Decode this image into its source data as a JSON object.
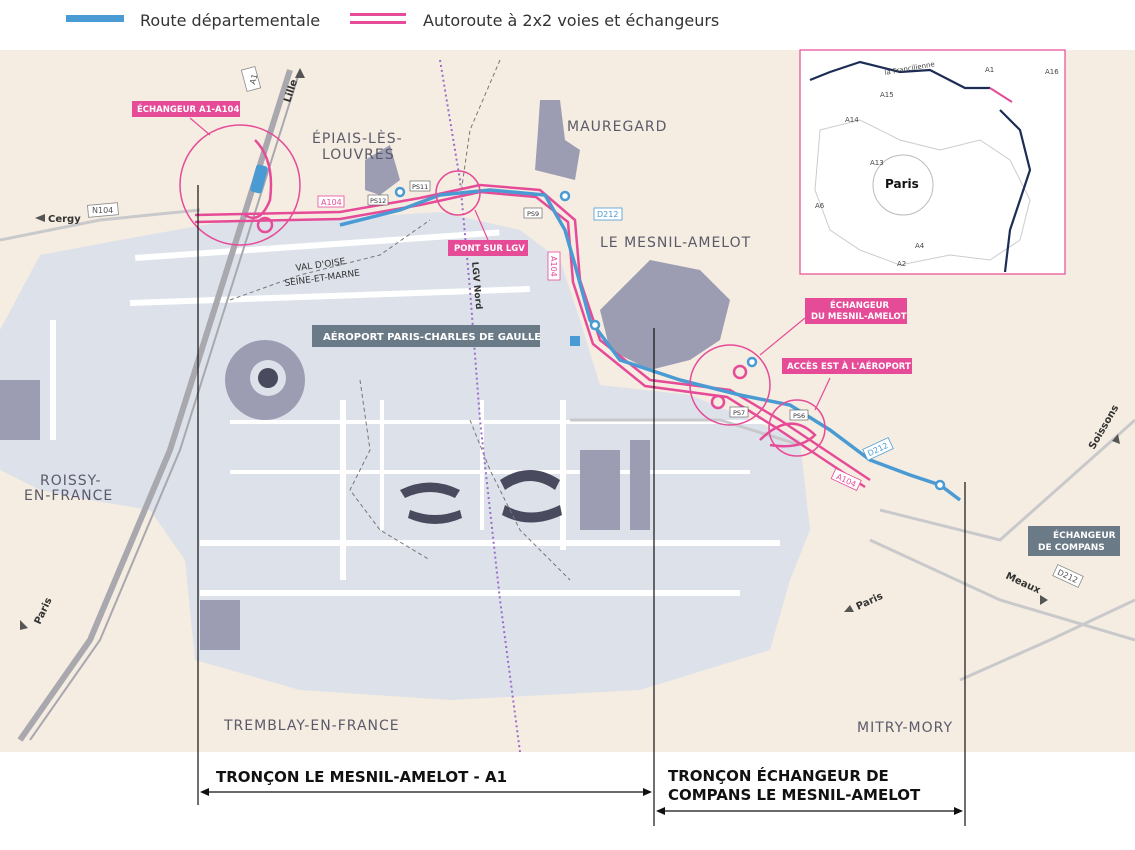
{
  "legend": {
    "departmental_road": "Route départementale",
    "highway": "Autoroute à 2x2 voies et échangeurs"
  },
  "colors": {
    "land": "#f5ede1",
    "airport": "#dde1ea",
    "urban": "#9c9db3",
    "departmental_road": "#4a9bd4",
    "highway": "#e64b98",
    "grey_label_bg": "#6a7a86",
    "inset_border": "#e64b98",
    "francilienne": "#1b2d55"
  },
  "towns": {
    "epiais_1": "ÉPIAIS-LÈS-",
    "epiais_2": "LOUVRES",
    "mauregard": "MAUREGARD",
    "mesnil": "LE MESNIL-AMELOT",
    "roissy_1": "ROISSY-",
    "roissy_2": "EN-FRANCE",
    "tremblay": "TREMBLAY-EN-FRANCE",
    "mitry": "MITRY-MORY"
  },
  "callouts": {
    "a1_a104": "ÉCHANGEUR A1-A104",
    "pont_lgv": "PONT SUR LGV",
    "mesnil_1": "ÉCHANGEUR",
    "mesnil_2": "DU MESNIL-AMELOT",
    "acces_est": "ACCÈS EST À L'AÉROPORT",
    "airport": "AÉROPORT PARIS-CHARLES DE GAULLE",
    "compans_1": "ÉCHANGEUR",
    "compans_2": "DE COMPANS"
  },
  "roads": {
    "a1": "A1",
    "n104": "N104",
    "a104_1": "A104",
    "a104_2": "A104",
    "a104_3": "A104",
    "d212_1": "D212",
    "d212_2": "D212",
    "d212_3": "D212",
    "ps12": "PS12",
    "ps11": "PS11",
    "ps9": "PS9",
    "ps7": "PS7",
    "ps6": "PS6",
    "lgv": "LGV Nord",
    "dept_line_1": "VAL D'OISE",
    "dept_line_2": "SEINE-ET-MARNE"
  },
  "directions": {
    "lille": "Lille",
    "cergy": "Cergy",
    "paris_1": "Paris",
    "paris_2": "Paris",
    "soissons": "Soissons",
    "meaux": "Meaux"
  },
  "inset": {
    "city": "Paris",
    "ring": "la Francilienne",
    "r1": "A1",
    "r2": "A16",
    "r3": "A15",
    "r4": "A14",
    "r5": "A13",
    "r6": "A6",
    "r7": "A4",
    "r8": "A2"
  },
  "sections": {
    "s1": "TRONÇON LE MESNIL-AMELOT - A1",
    "s2_1": "TRONÇON ÉCHANGEUR DE",
    "s2_2": "COMPANS LE MESNIL-AMELOT"
  }
}
